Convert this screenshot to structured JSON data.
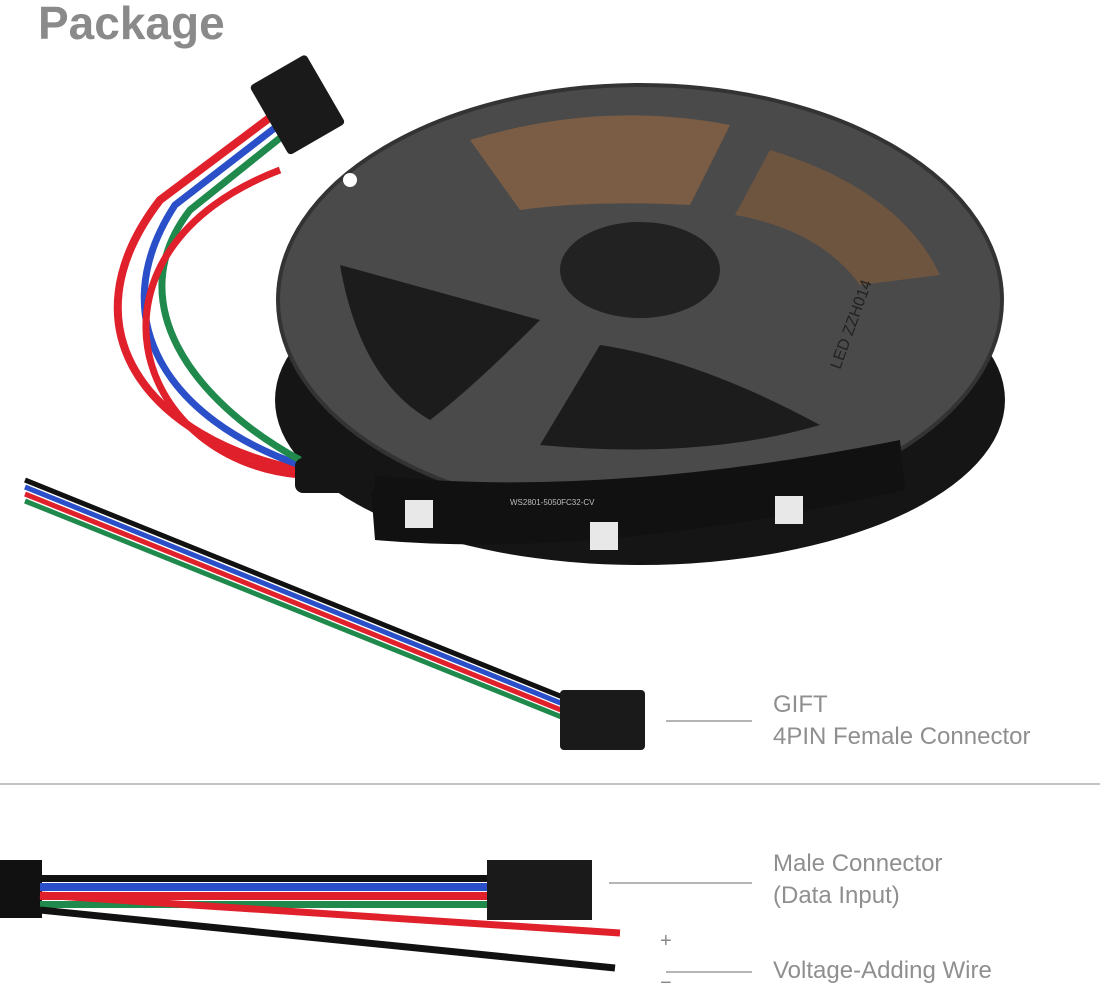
{
  "title": "Package",
  "reel_print": "LED ZZH014",
  "strip_print": "WS2801-5050FC32-CV",
  "gift": {
    "line1": "GIFT",
    "line2": "4PIN Female Connector"
  },
  "male": {
    "line1": "Male Connector",
    "line2": "(Data Input)"
  },
  "voltage": {
    "label": "Voltage-Adding Wire",
    "plus": "+",
    "minus": "−"
  },
  "colors": {
    "text": "#8f8f8f",
    "reel": "#4a4a4a",
    "red": "#e0202a",
    "green": "#1f8a4c",
    "blue": "#2a4fc8",
    "black": "#111111"
  }
}
